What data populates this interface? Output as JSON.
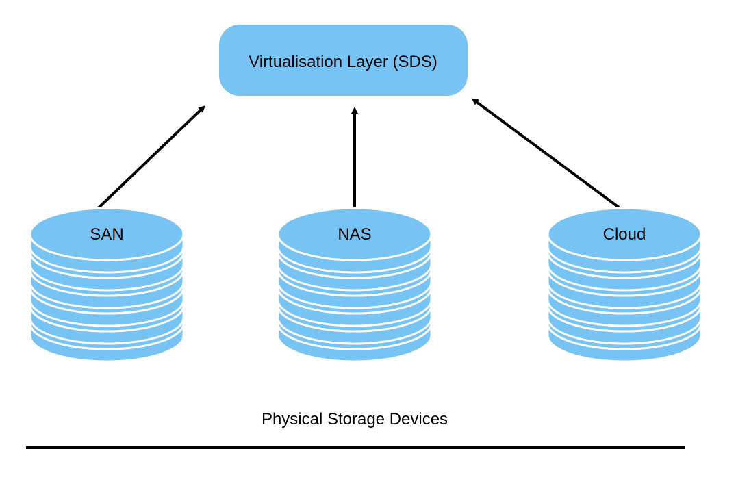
{
  "layer": {
    "label": "Virtualisation Layer (SDS)"
  },
  "devices": [
    {
      "id": "san",
      "label": "SAN"
    },
    {
      "id": "nas",
      "label": "NAS"
    },
    {
      "id": "cloud",
      "label": "Cloud"
    }
  ],
  "footer": {
    "label": "Physical Storage Devices"
  },
  "colors": {
    "fill": "#77C3F3",
    "stroke": "#ffffff",
    "arrow": "#000000",
    "text": "#000000"
  },
  "icons": {
    "storage": "database-stack-icon",
    "connection": "arrow-up-icon"
  }
}
